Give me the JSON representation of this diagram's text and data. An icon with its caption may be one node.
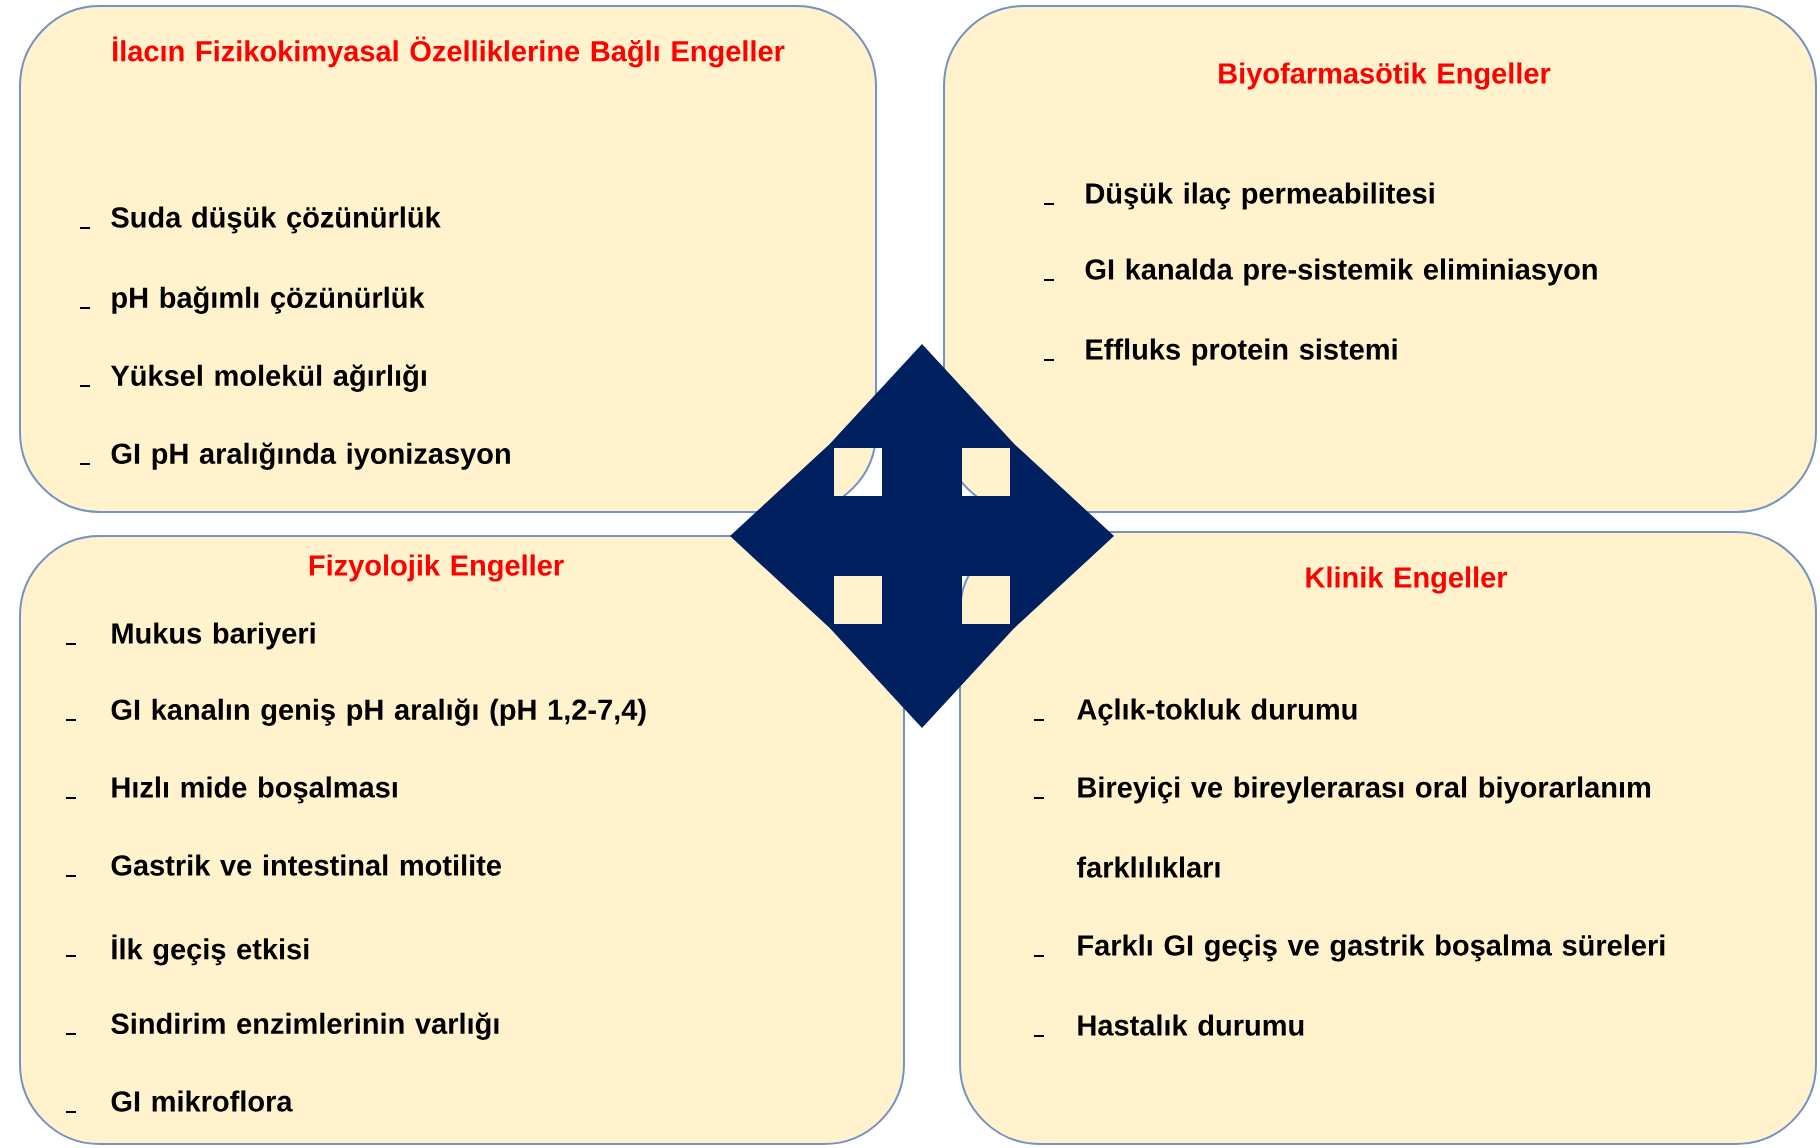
{
  "diagram": {
    "nodes": [
      {
        "text": [
          "İlacın Fizikokimyasal Özelliklerine Bağlı Engeller",
          "Suda düşük çözünürlük",
          "pH bağımlı çözünürlük",
          "Yüksel molekül ağırlığı",
          "GI pH aralığında iyonizasyon"
        ]
      },
      {
        "text": [
          "Biyofarmasötik Engeller",
          "Düşük ilaç permeabilitesi",
          "GI kanalda pre-sistemik eliminiasyon",
          "Effluks protein sistemi"
        ]
      },
      {
        "text": [
          "Fizyolojik Engeller",
          "Mukus bariyeri",
          "GI kanalın geniş pH aralığı (pH 1,2-7,4)",
          "Hızlı mide boşalması",
          "Gastrik ve intestinal motilite",
          "İlk geçiş etkisi",
          "Sindirim enzimlerinin varlığı",
          "GI mikroflora"
        ]
      },
      {
        "text": [
          "Klinik Engeller",
          "Açlık-tokluk durumu",
          "Bireyiçi ve bireylerarası oral biyorarlanım farklılıkları",
          "Farklı GI geçiş ve gastrik boşalma süreleri",
          "Hastalık durumu"
        ]
      }
    ]
  }
}
